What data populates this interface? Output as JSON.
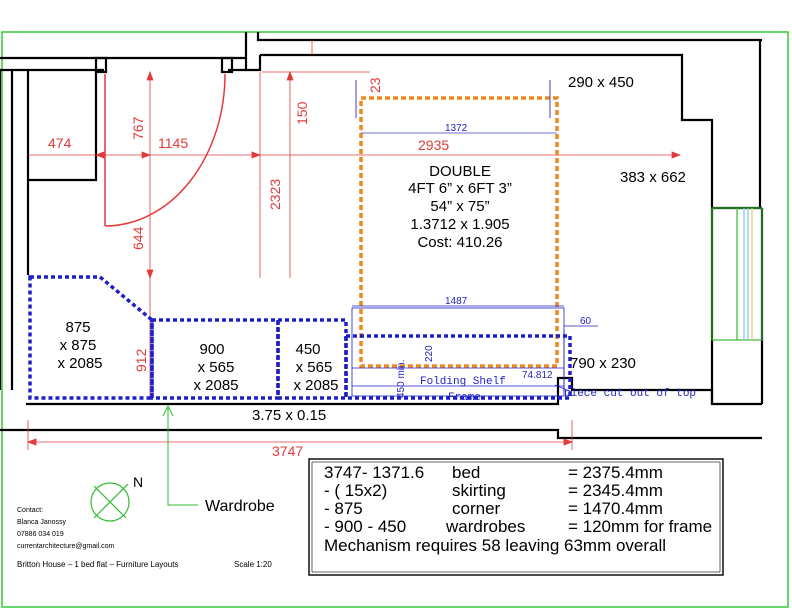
{
  "colors": {
    "border": "#37c837",
    "wall": "#000000",
    "dimension": "#e23b3b",
    "furniture": "#1f1fc8",
    "bed": "#ee8a1e",
    "window": "#33bb33"
  },
  "dimensions": {
    "d474": "474",
    "d767": "767",
    "d1145": "1145",
    "d644": "644",
    "d2323": "2323",
    "d150": "150",
    "d23": "23",
    "d912": "912",
    "d2935": "2935",
    "d3747": "3747",
    "d220": "220",
    "d450min": "450 min.",
    "d74812": "74.812"
  },
  "labels": {
    "top_right_item": "290  x  450",
    "right_item": "383  x  662",
    "shelf_dim": "790  x  230",
    "wall_dim": "3.75  x  0.15",
    "wardrobe": "Wardrobe",
    "north": "N"
  },
  "bed": {
    "l1": "DOUBLE",
    "l2": "4FT  6”  x 6FT  3”",
    "l3": "54”  x 75”",
    "l4": "1.3712  x 1.905",
    "l5": "Cost: 410.26",
    "w1372": "1372"
  },
  "wardrobes": [
    {
      "l1": "875",
      "l2": "x 875",
      "l3": "x 2085"
    },
    {
      "l1": "900",
      "l2": "x 565",
      "l3": "x 2085"
    },
    {
      "l1": "450",
      "l2": "x 565",
      "l3": "x 2085"
    }
  ],
  "shelf": {
    "w1487": "1487",
    "w60": "60",
    "folding": "Folding Shelf",
    "frame": "Frame",
    "cut": "piece cut out of top"
  },
  "calc": {
    "rows": [
      {
        "a": "3747- 1371.6",
        "b": "bed",
        "c": "= 2375.4mm"
      },
      {
        "a": "- ( 15x2)",
        "b": "skirting",
        "c": "= 2345.4mm"
      },
      {
        "a": "- 875",
        "b": "corner",
        "c": "= 1470.4mm"
      },
      {
        "a": "- 900 - 450",
        "b": "wardrobes",
        "c": "= 120mm for frame"
      }
    ],
    "last": "Mechanism requires 58 leaving 63mm overall"
  },
  "contact": {
    "heading": "Contact:",
    "name": "Blanca Janossy",
    "phone": "07886 034 019",
    "email": "currentarchitecture@gmail.com",
    "project": "Britton House  –  1 bed flat –  Furniture Layouts",
    "scale": "Scale   1:20"
  }
}
